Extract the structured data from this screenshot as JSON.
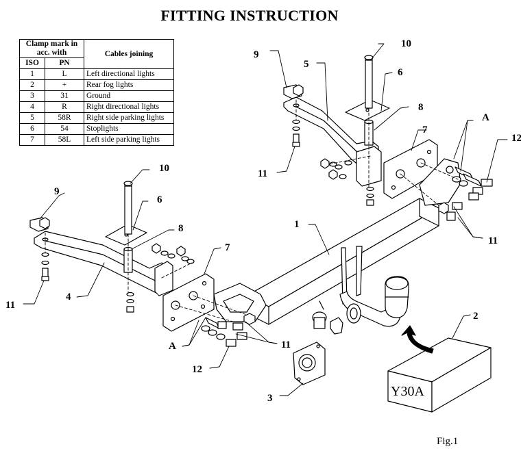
{
  "title": "FITTING INSTRUCTION",
  "table": {
    "header_clamp": "Clamp mark in acc. with",
    "header_cables": "Cables joining",
    "header_iso": "ISO",
    "header_pn": "PN",
    "rows": [
      {
        "iso": "1",
        "pn": "L",
        "cable": "Left directional lights"
      },
      {
        "iso": "2",
        "pn": "+",
        "cable": "Rear fog lights"
      },
      {
        "iso": "3",
        "pn": "31",
        "cable": "Ground"
      },
      {
        "iso": "4",
        "pn": "R",
        "cable": "Right directional lights"
      },
      {
        "iso": "5",
        "pn": "58R",
        "cable": "Right side parking lights"
      },
      {
        "iso": "6",
        "pn": "54",
        "cable": "Stoplights"
      },
      {
        "iso": "7",
        "pn": "58L",
        "cable": "Left side parking lights"
      }
    ]
  },
  "callouts": {
    "p1": "1",
    "p2": "2",
    "p3": "3",
    "p4": "4",
    "p5": "5",
    "p6a": "6",
    "p6b": "6",
    "p7a": "7",
    "p7b": "7",
    "p8a": "8",
    "p8b": "8",
    "p9a": "9",
    "p9b": "9",
    "p10a": "10",
    "p10b": "10",
    "p11a": "11",
    "p11b": "11",
    "p11c": "11",
    "p11d": "11",
    "p12a": "12",
    "p12b": "12",
    "pAa": "A",
    "pAb": "A"
  },
  "box_label": "Y30A",
  "fig_label": "Fig.1"
}
